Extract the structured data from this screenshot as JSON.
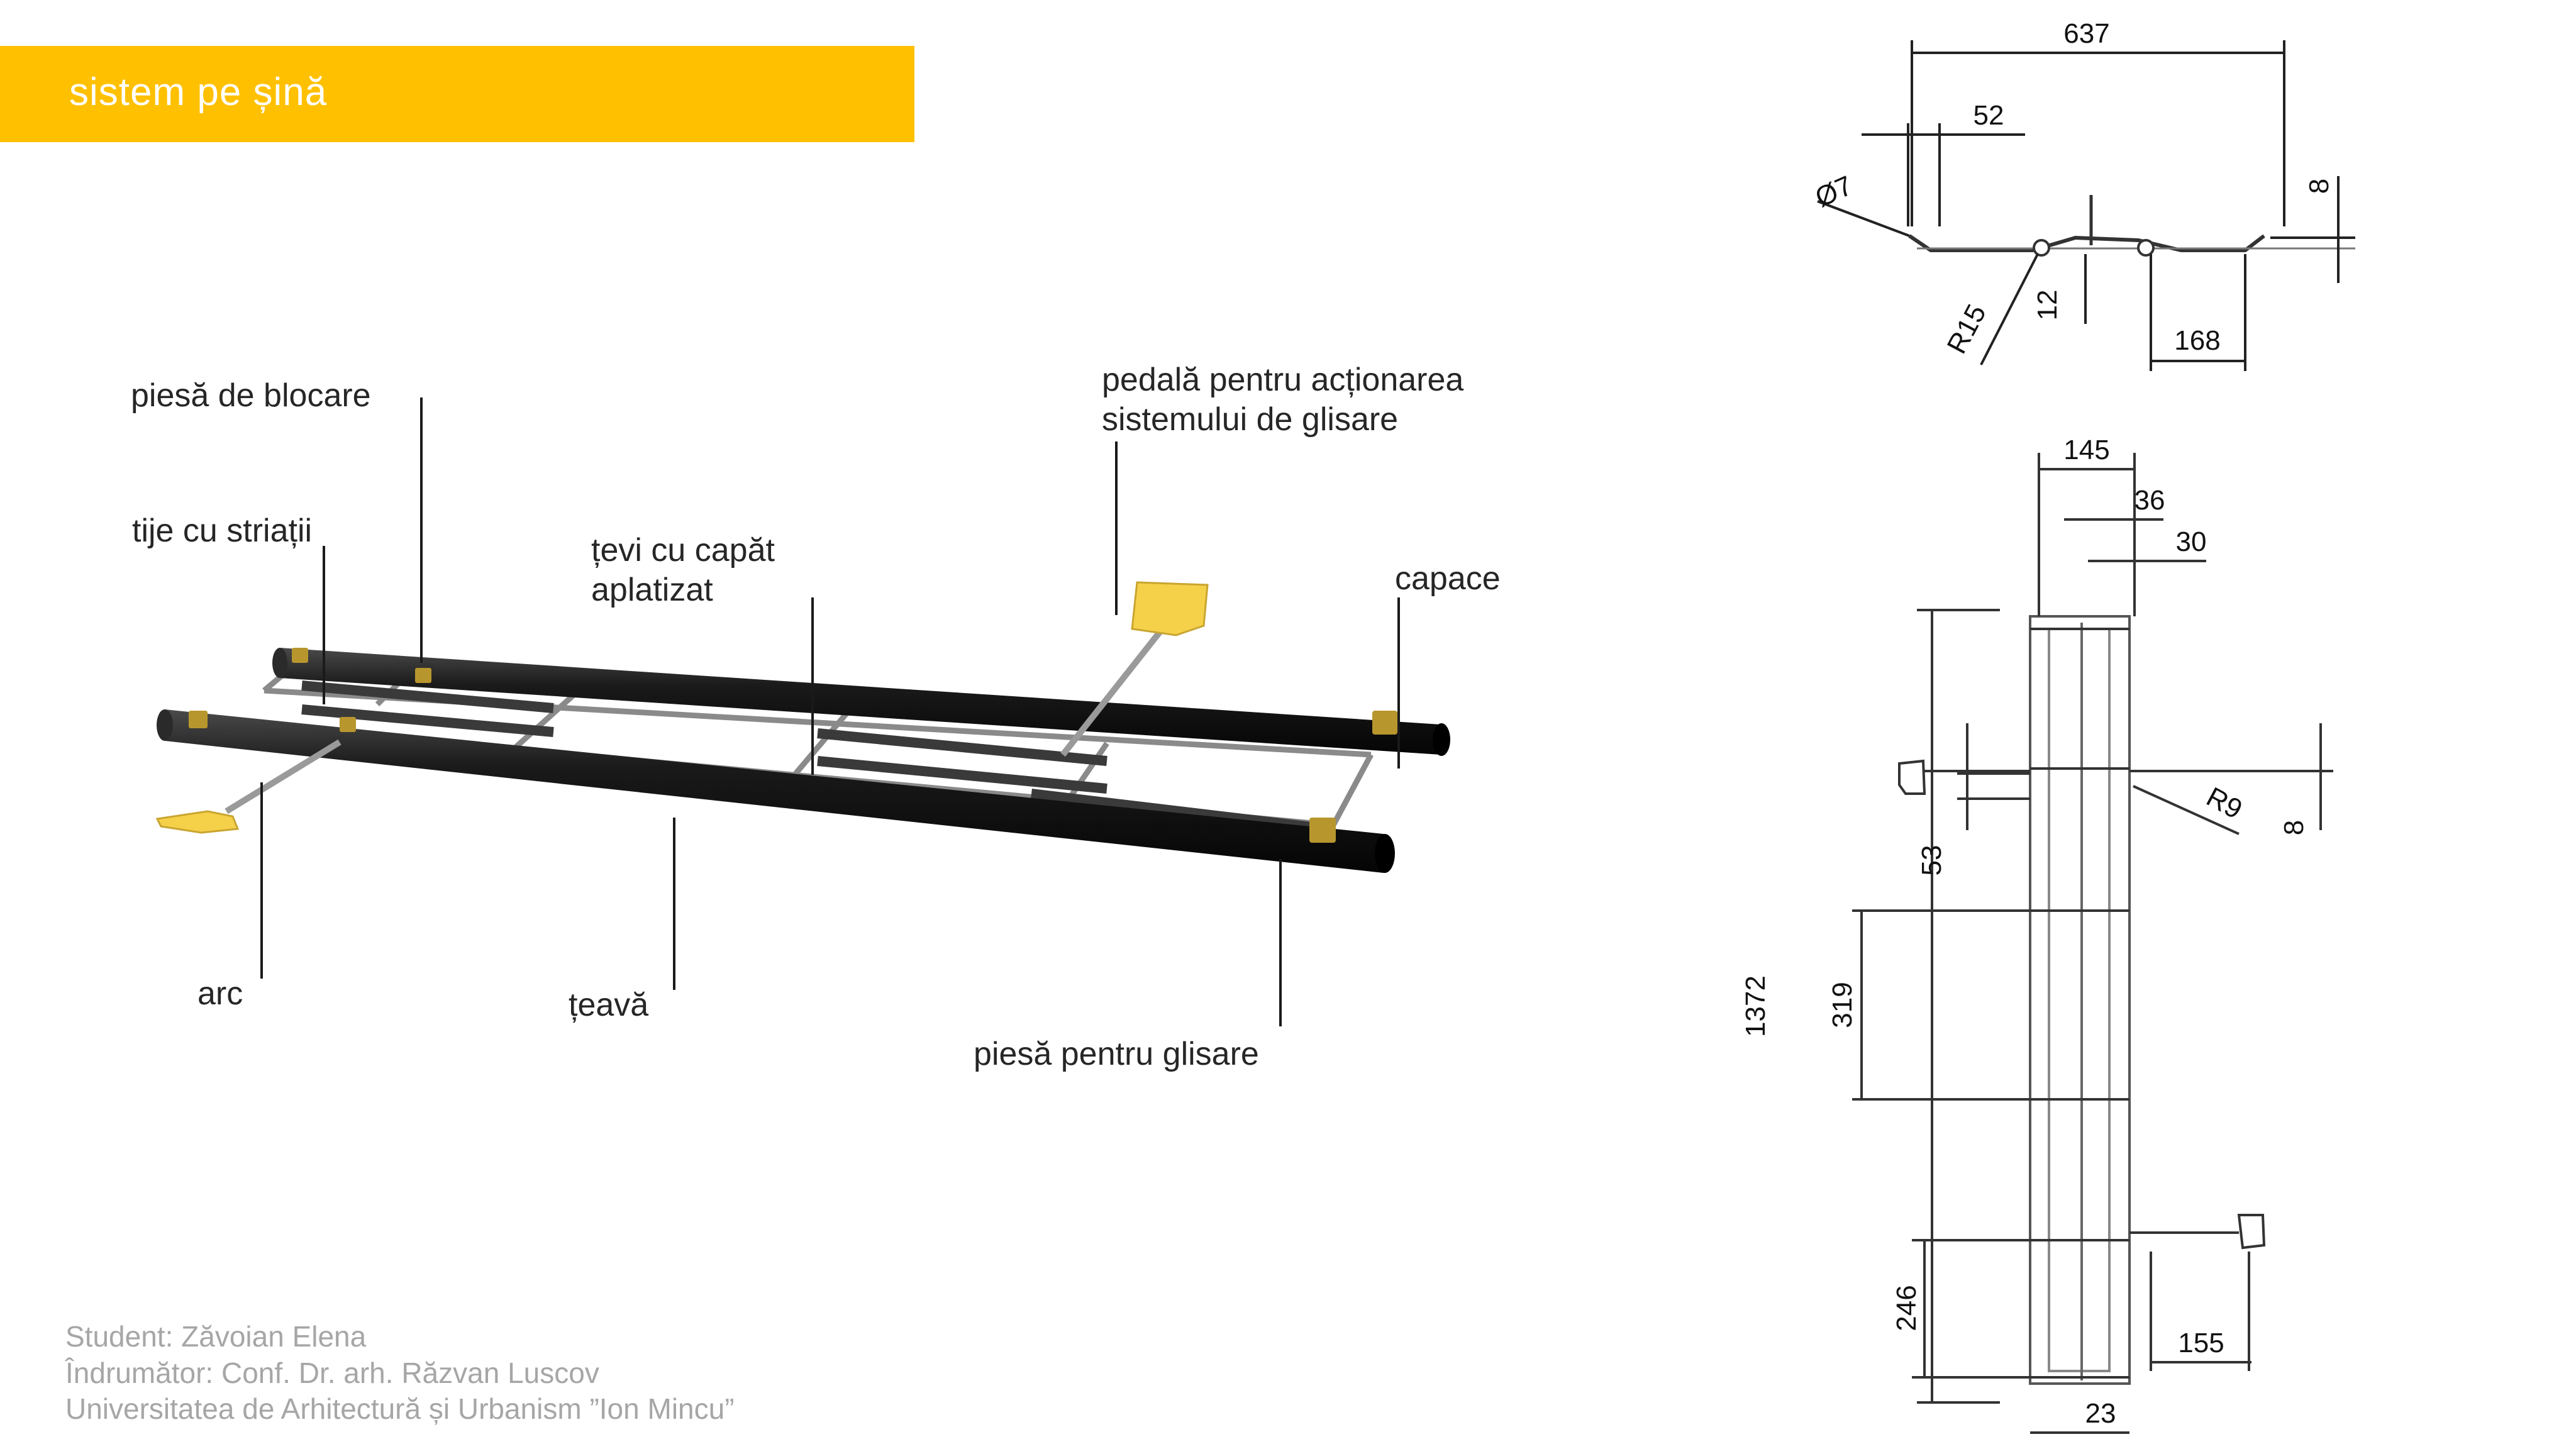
{
  "header": {
    "title": "sistem pe șină"
  },
  "labels": {
    "blocking_piece": "piesă de blocare",
    "striated_rods": "tije cu striații",
    "flat_end_tubes_1": "țevi cu capăt",
    "flat_end_tubes_2": "aplatizat",
    "pedal_1": "pedală pentru acționarea",
    "pedal_2": "sistemului de glisare",
    "caps": "capace",
    "spring": "arc",
    "tube": "țeavă",
    "sliding_piece": "piesă pentru glisare"
  },
  "credits": {
    "student": "Student: Zăvoian Elena",
    "advisor": "Îndrumător: Conf. Dr. arh. Răzvan Luscov",
    "university": "Universitatea de Arhitectură și Urbanism ”Ion Mincu”"
  },
  "dimensions": {
    "d637": "637",
    "d52": "52",
    "d7": "Ø7",
    "d8a": "8",
    "d12": "12",
    "r15": "R15",
    "d168": "168",
    "d145": "145",
    "d36": "36",
    "d30": "30",
    "d1372": "1372",
    "d53": "53",
    "r9": "R9",
    "d8b": "8",
    "d319": "319",
    "d246": "246",
    "d155": "155",
    "d23": "23"
  },
  "colors": {
    "accent": "#ffc000",
    "pedal": "#f5d14a",
    "tube": "#1a1a1a",
    "brass": "#b8962e"
  }
}
